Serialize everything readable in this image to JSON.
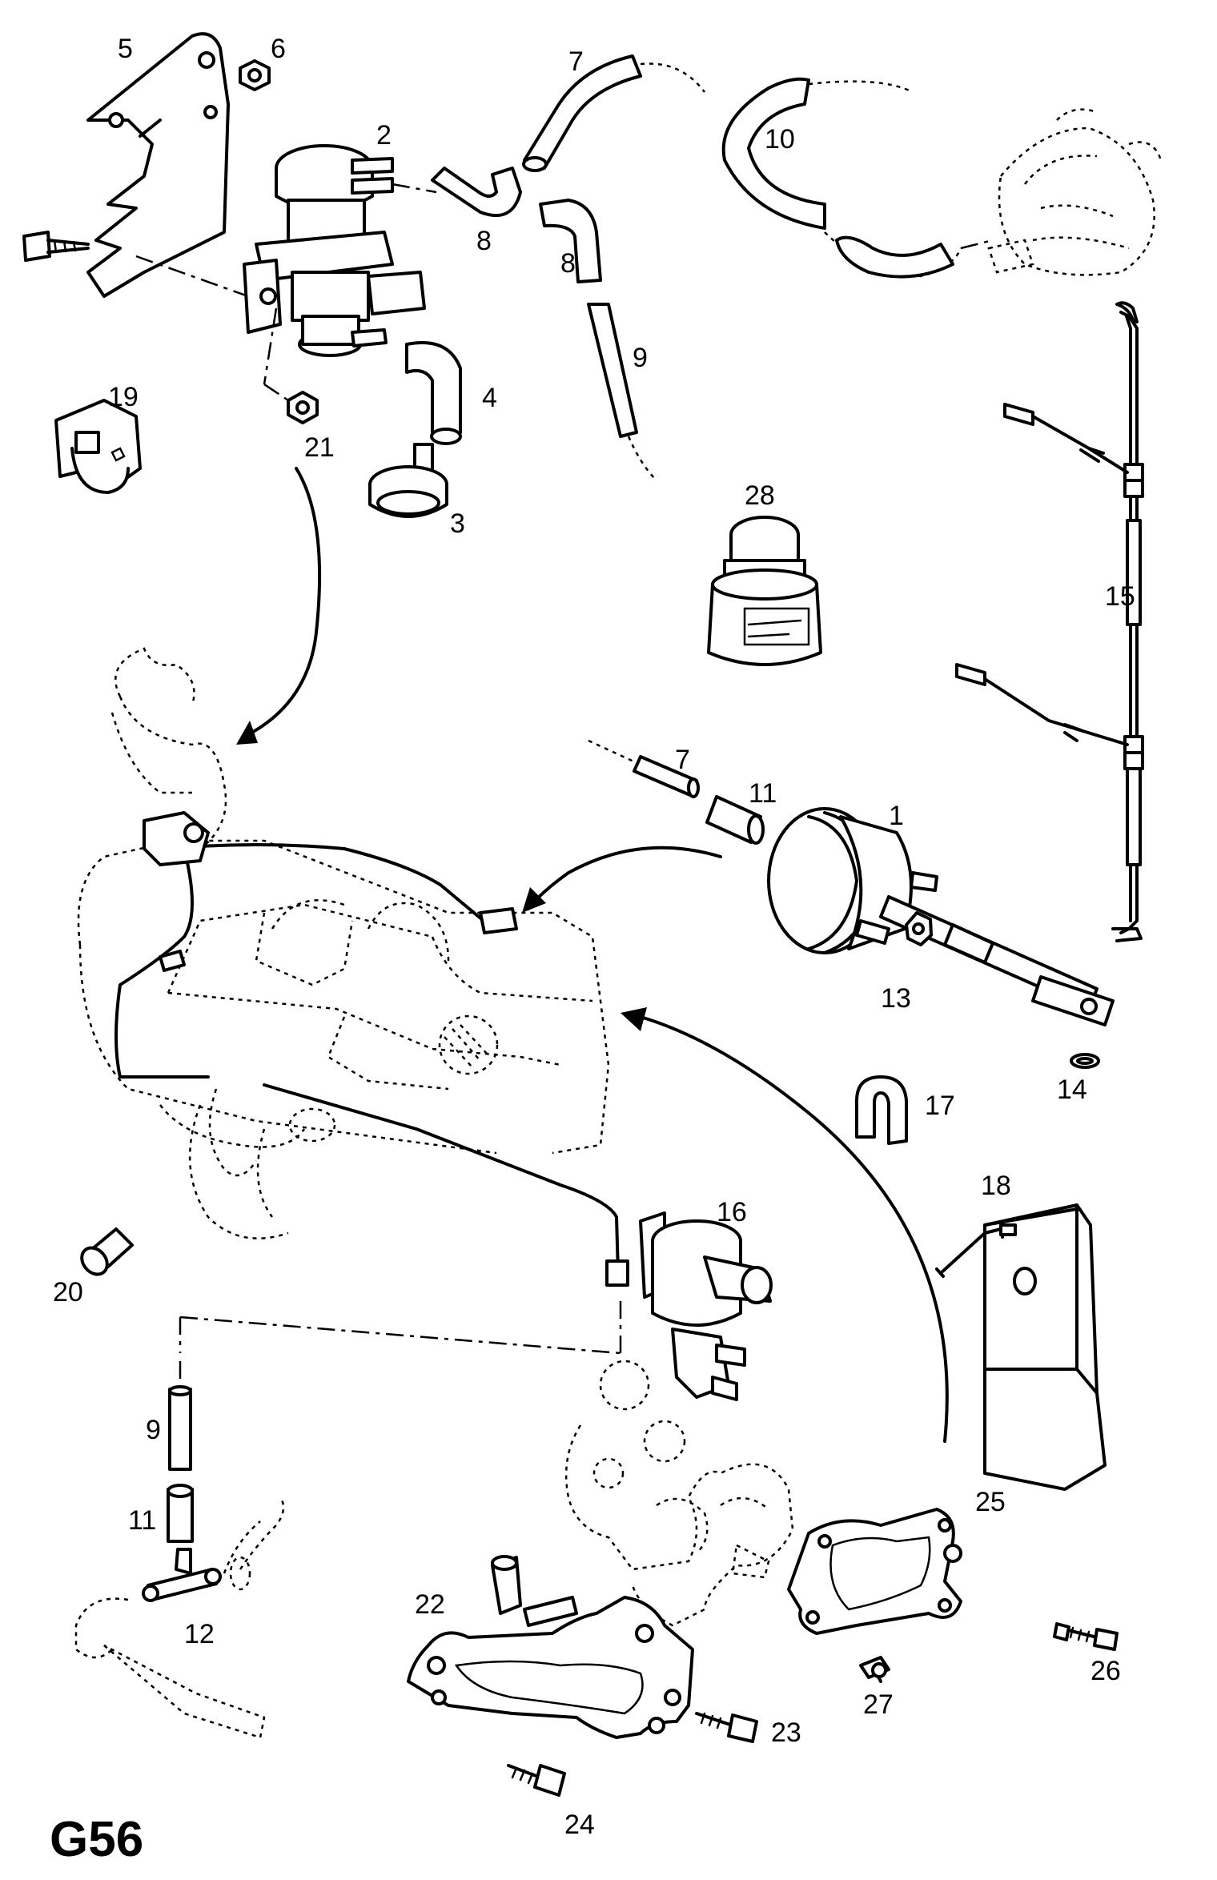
{
  "diagram_code": "G56",
  "labels": {
    "p1": "1",
    "p2": "2",
    "p3": "3",
    "p4": "4",
    "p5": "5",
    "p6": "6",
    "p7a": "7",
    "p7b": "7",
    "p8a": "8",
    "p8b": "8",
    "p9a": "9",
    "p9b": "9",
    "p10": "10",
    "p11a": "11",
    "p11b": "11",
    "p12": "12",
    "p13": "13",
    "p14": "14",
    "p15": "15",
    "p16": "16",
    "p17": "17",
    "p18": "18",
    "p19": "19",
    "p20": "20",
    "p21": "21",
    "p22": "22",
    "p23": "23",
    "p24": "24",
    "p25": "25",
    "p26": "26",
    "p27": "27",
    "p28": "28"
  }
}
